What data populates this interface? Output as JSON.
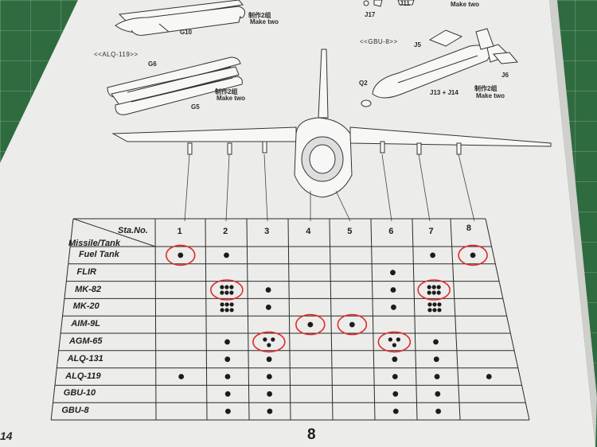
{
  "page": {
    "page_number": "8",
    "left_page_fragment": "14"
  },
  "parts": {
    "alq119_label": "<<ALQ-119>>",
    "gbu8_label": "<<GBU-8>>",
    "make_two_cn": "制作2组",
    "make_two_en": "Make two",
    "part_g10": "G10",
    "part_g6": "G6",
    "part_g5": "G5",
    "part_j17": "J17",
    "part_j11": "J11",
    "part_j5": "J5",
    "part_q2": "Q2",
    "part_j6": "J6",
    "part_j13_j14": "J13 + J14"
  },
  "table": {
    "header_sta": "Sta.No.",
    "header_missile": "Missile/Tank",
    "stations": [
      "1",
      "2",
      "3",
      "4",
      "5",
      "6",
      "7",
      "8"
    ],
    "rows": [
      {
        "label": "Fuel Tank",
        "marks": [
          [
            1,
            1,
            true
          ],
          [
            2,
            1,
            false
          ],
          [
            7,
            1,
            false
          ],
          [
            8,
            1,
            true
          ]
        ]
      },
      {
        "label": "FLIR",
        "marks": [
          [
            6,
            1,
            false
          ]
        ]
      },
      {
        "label": "MK-82",
        "marks": [
          [
            2,
            6,
            true
          ],
          [
            3,
            1,
            false
          ],
          [
            6,
            1,
            false
          ],
          [
            7,
            6,
            true
          ]
        ]
      },
      {
        "label": "MK-20",
        "marks": [
          [
            2,
            6,
            false
          ],
          [
            3,
            1,
            false
          ],
          [
            6,
            1,
            false
          ],
          [
            7,
            6,
            false
          ]
        ]
      },
      {
        "label": "AIM-9L",
        "marks": [
          [
            4,
            1,
            true
          ],
          [
            5,
            1,
            true
          ]
        ]
      },
      {
        "label": "AGM-65",
        "marks": [
          [
            2,
            1,
            false
          ],
          [
            3,
            3,
            true
          ],
          [
            6,
            3,
            true
          ],
          [
            7,
            1,
            false
          ]
        ]
      },
      {
        "label": "ALQ-131",
        "marks": [
          [
            2,
            1,
            false
          ],
          [
            3,
            1,
            false
          ],
          [
            6,
            1,
            false
          ],
          [
            7,
            1,
            false
          ]
        ]
      },
      {
        "label": "ALQ-119",
        "marks": [
          [
            1,
            1,
            false
          ],
          [
            2,
            1,
            false
          ],
          [
            3,
            1,
            false
          ],
          [
            6,
            1,
            false
          ],
          [
            7,
            1,
            false
          ],
          [
            8,
            1,
            false
          ]
        ]
      },
      {
        "label": "GBU-10",
        "marks": [
          [
            2,
            1,
            false
          ],
          [
            3,
            1,
            false
          ],
          [
            6,
            1,
            false
          ],
          [
            7,
            1,
            false
          ]
        ]
      },
      {
        "label": "GBU-8",
        "marks": [
          [
            2,
            1,
            false
          ],
          [
            3,
            1,
            false
          ],
          [
            6,
            1,
            false
          ],
          [
            7,
            1,
            false
          ]
        ]
      }
    ]
  },
  "colors": {
    "mat": "#2e6b3f",
    "paper": "#ececea",
    "ink": "#1c1c1c",
    "highlight_circle": "#e02a2a"
  }
}
